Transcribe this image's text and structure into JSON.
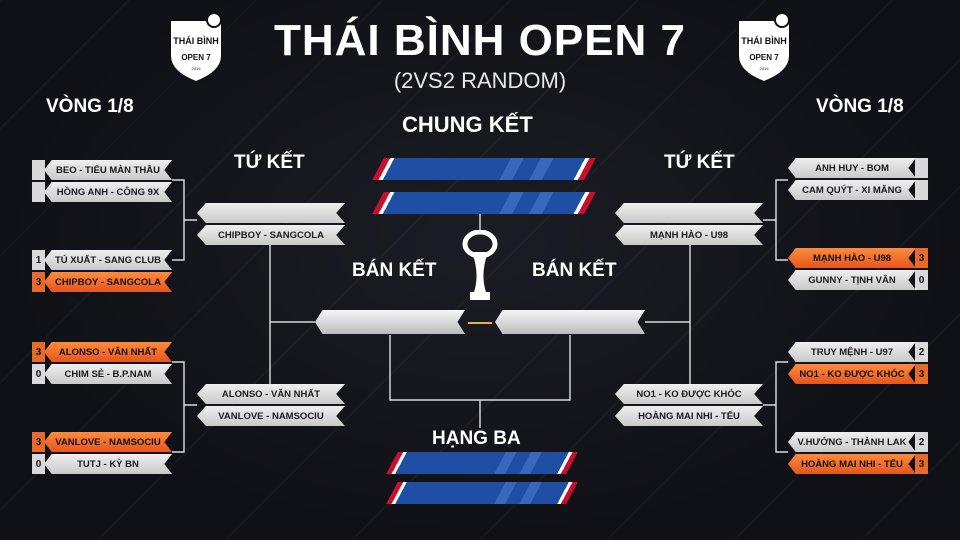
{
  "header": {
    "title": "THÁI BÌNH OPEN 7",
    "subtitle": "(2VS2 RANDOM)"
  },
  "logo": {
    "text_top": "THÁI BÌNH",
    "text_bottom": "OPEN 7",
    "year": "2019"
  },
  "rounds": {
    "r16_left": "VÒNG 1/8",
    "r16_right": "VÒNG 1/8",
    "qf_left": "TỨ KẾT",
    "qf_right": "TỨ KẾT",
    "sf_left": "BÁN KẾT",
    "sf_right": "BÁN KẾT",
    "final": "CHUNG KẾT",
    "third": "HẠNG BA"
  },
  "left_r16": [
    {
      "team": "BEO - TIỂU MÀN THẦU",
      "score": "",
      "win": false
    },
    {
      "team": "HỒNG ANH - CÔNG 9X",
      "score": "",
      "win": false
    },
    {
      "team": "TÚ XUẤT - SANG CLUB",
      "score": "1",
      "win": false
    },
    {
      "team": "CHIPBOY - SANGCOLA",
      "score": "3",
      "win": true
    },
    {
      "team": "ALONSO - VĂN NHẤT",
      "score": "3",
      "win": true
    },
    {
      "team": "CHIM SẺ - B.P.NAM",
      "score": "0",
      "win": false
    },
    {
      "team": "VANLOVE - NAMSOCIU",
      "score": "3",
      "win": true
    },
    {
      "team": "TUTJ - KỲ BN",
      "score": "0",
      "win": false
    }
  ],
  "right_r16": [
    {
      "team": "ANH HUY - BOM",
      "score": "",
      "win": false
    },
    {
      "team": "CAM QUÝT - XI MĂNG",
      "score": "",
      "win": false
    },
    {
      "team": "MẠNH HÀO - U98",
      "score": "3",
      "win": true
    },
    {
      "team": "GUNNY - TỊNH VÂN",
      "score": "0",
      "win": false
    },
    {
      "team": "TRUY MỆNH - U97",
      "score": "2",
      "win": false
    },
    {
      "team": "NO1 - KO ĐƯỢC KHÓC",
      "score": "3",
      "win": true
    },
    {
      "team": "V.HƯỚNG - THÀNH LAK",
      "score": "2",
      "win": false
    },
    {
      "team": "HOÀNG MAI NHI - TẾU",
      "score": "3",
      "win": true
    }
  ],
  "left_qf": [
    "",
    "CHIPBOY - SANGCOLA",
    "ALONSO - VĂN NHẤT",
    "VANLOVE - NAMSOCIU"
  ],
  "right_qf": [
    "",
    "MẠNH HÀO - U98",
    "NO1 - KO ĐƯỢC KHÓC",
    "HOÀNG MAI NHI - TẾU"
  ]
}
